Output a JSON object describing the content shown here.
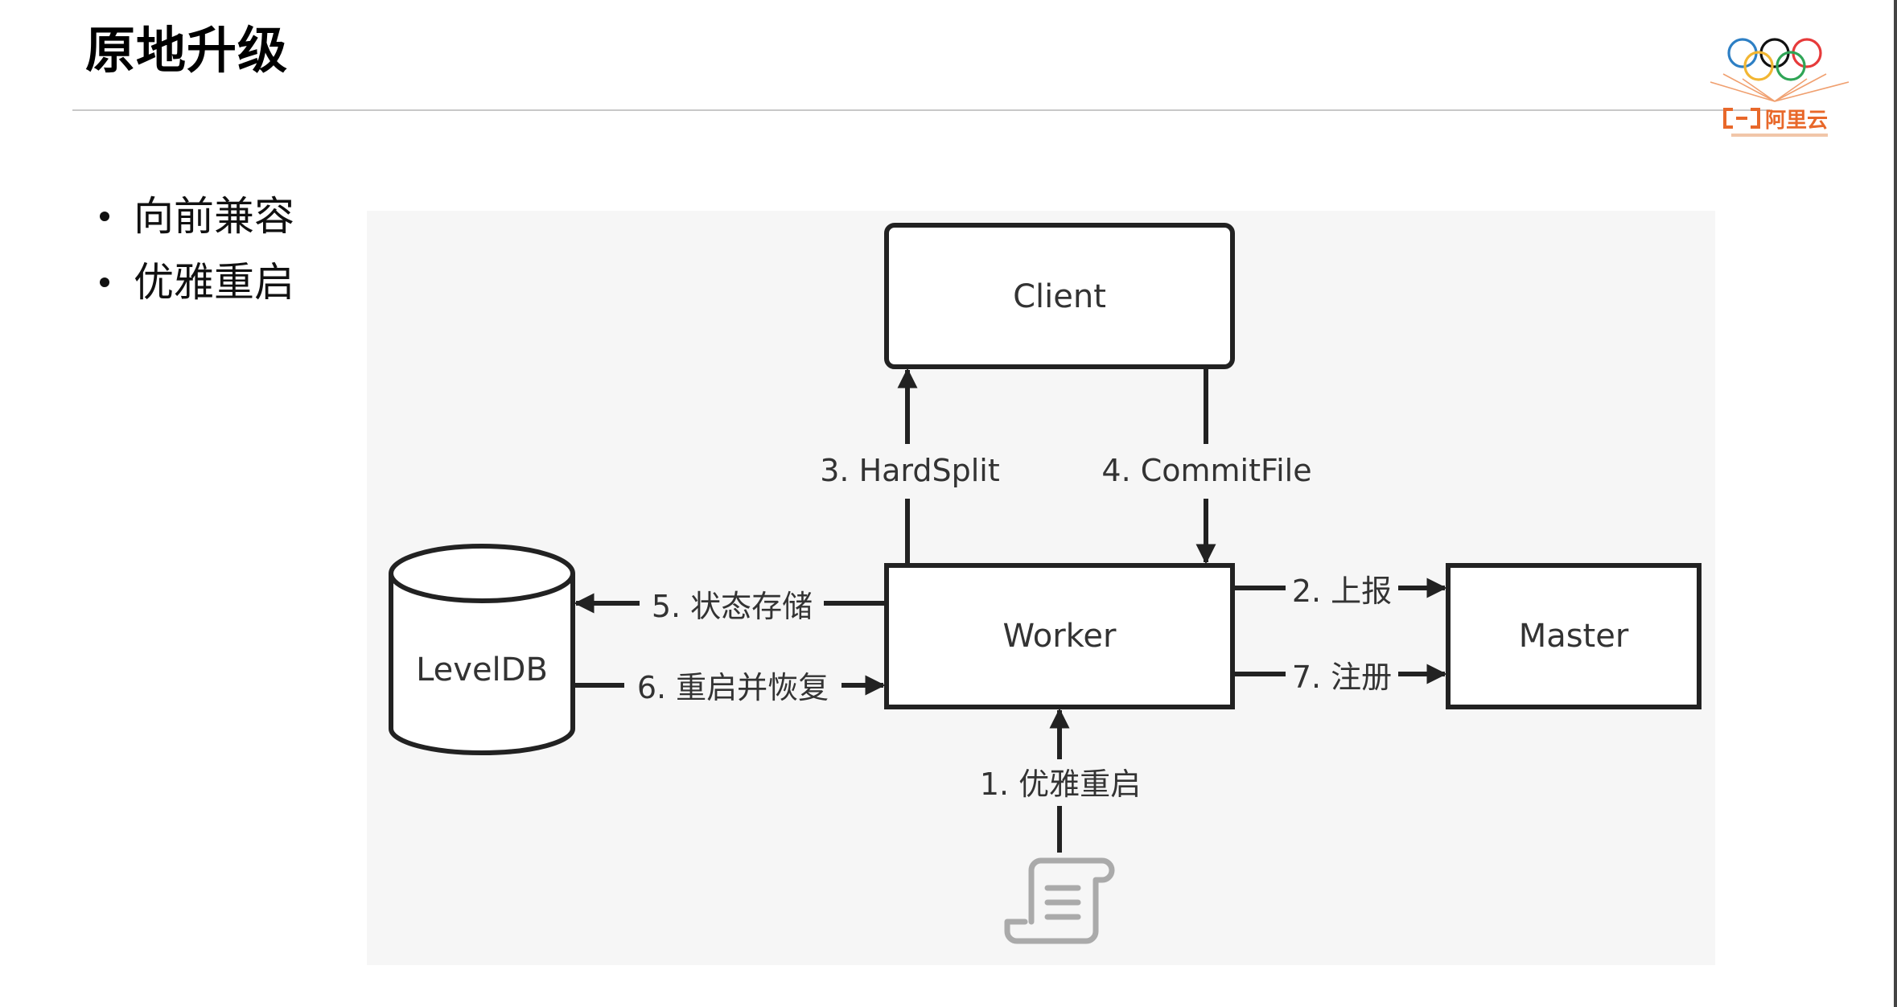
{
  "slide": {
    "title": "原地升级",
    "bullets": [
      "向前兼容",
      "优雅重启"
    ]
  },
  "logo": {
    "brand_text": "阿里云",
    "icon": "olympic-rings-icon"
  },
  "diagram": {
    "nodes": {
      "client": "Client",
      "worker": "Worker",
      "master": "Master",
      "leveldb": "LevelDB"
    },
    "edges": {
      "step1": "1. 优雅重启",
      "step2": "2. 上报",
      "step3": "3. HardSplit",
      "step4": "4. CommitFile",
      "step5": "5. 状态存储",
      "step6": "6. 重启并恢复",
      "step7": "7. 注册"
    },
    "script_icon": "script-icon"
  },
  "colors": {
    "stroke": "#222222",
    "diagram_background": "#f6f6f6",
    "logo_orange": "#e8682a"
  }
}
